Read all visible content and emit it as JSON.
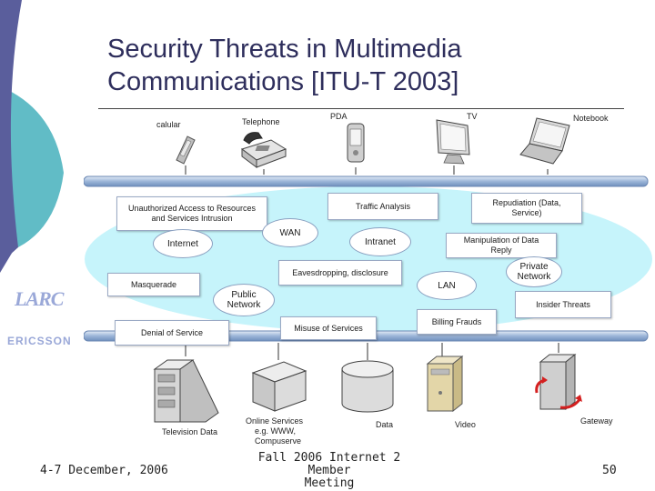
{
  "slide": {
    "title_line1": "Security Threats in Multimedia",
    "title_line2": "Communications [ITU-T 2003]",
    "footer_date": "4-7 December, 2006",
    "footer_event_line1": "Fall 2006 Internet 2 Member",
    "footer_event_line2": "Meeting",
    "page_number": "50",
    "logo_larc": "LARC",
    "logo_ericsson": "ERICSSON"
  },
  "devices_top": [
    "calular",
    "Telephone",
    "PDA",
    "TV",
    "Notebook"
  ],
  "devices_bottom": {
    "tv_data": "Television Data",
    "online_services_1": "Online Services",
    "online_services_2": "e.g. WWW,",
    "online_services_3": "Compuserve",
    "data": "Data",
    "video": "Video",
    "gateway": "Gateway"
  },
  "threats": {
    "unauth_1": "Unauthorized Access to Resources",
    "unauth_2": "and Services Intrusion",
    "traffic": "Traffic Analysis",
    "repudiation_1": "Repudiation (Data,",
    "repudiation_2": "Service)",
    "manipulation_1": "Manipulation of Data",
    "manipulation_2": "Reply",
    "eavesdropping": "Eavesdropping, disclosure",
    "masquerade": "Masquerade",
    "insider": "Insider Threats",
    "billing": "Billing Frauds",
    "misuse": "Misuse of Services",
    "dos": "Denial of Service"
  },
  "networks": {
    "wan": "WAN",
    "internet": "Internet",
    "intranet": "Intranet",
    "private_1": "Private",
    "private_2": "Network",
    "lan": "LAN",
    "public_1": "Public",
    "public_2": "Network"
  },
  "colors": {
    "left_band": "#5a5e9c",
    "left_circle": "#3ea8b4",
    "cloud": "#c6f4fb",
    "bus": "#9bb5d8"
  }
}
